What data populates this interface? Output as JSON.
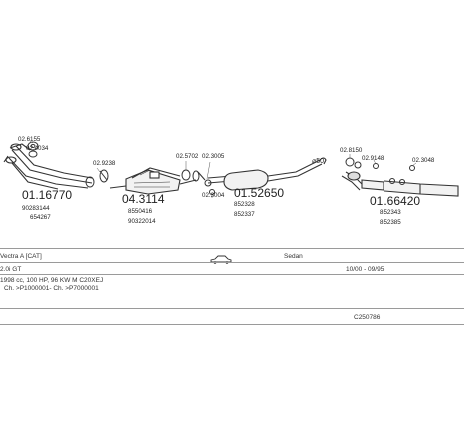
{
  "parts": [
    {
      "code": "02.6155",
      "small": true
    },
    {
      "code": "02.4034",
      "small": true
    },
    {
      "code": "01.16770",
      "small": false
    },
    {
      "code": "90283144",
      "small": true
    },
    {
      "code": "654267",
      "small": true
    },
    {
      "code": "02.9238",
      "small": true
    },
    {
      "code": "04.3114",
      "small": false
    },
    {
      "code": "8550416",
      "small": true
    },
    {
      "code": "90322014",
      "small": true
    },
    {
      "code": "02.5702",
      "small": true
    },
    {
      "code": "02.3005",
      "small": true
    },
    {
      "code": "02.3004",
      "small": true
    },
    {
      "code": "01.52650",
      "small": false
    },
    {
      "code": "852328",
      "small": true
    },
    {
      "code": "852337",
      "small": true
    },
    {
      "code": "02.8150",
      "small": true
    },
    {
      "code": "02.9148",
      "small": true
    },
    {
      "code": "02.3048",
      "small": true
    },
    {
      "code": "01.66420",
      "small": false
    },
    {
      "code": "852343",
      "small": true
    },
    {
      "code": "852385",
      "small": true
    }
  ],
  "diameter_label": "⌀50",
  "vehicle": {
    "model": "Vectra A [CAT]",
    "body_type": "Sedan",
    "engine": "2.0i GT",
    "production_period": "10/00 - 09/95",
    "engine_spec": "1998 cc, 100 HP, 96 KW M C20XEJ",
    "chassis_range": "Ch. >P1000001- Ch. >P7000001",
    "catalogue_number": "C250786"
  }
}
